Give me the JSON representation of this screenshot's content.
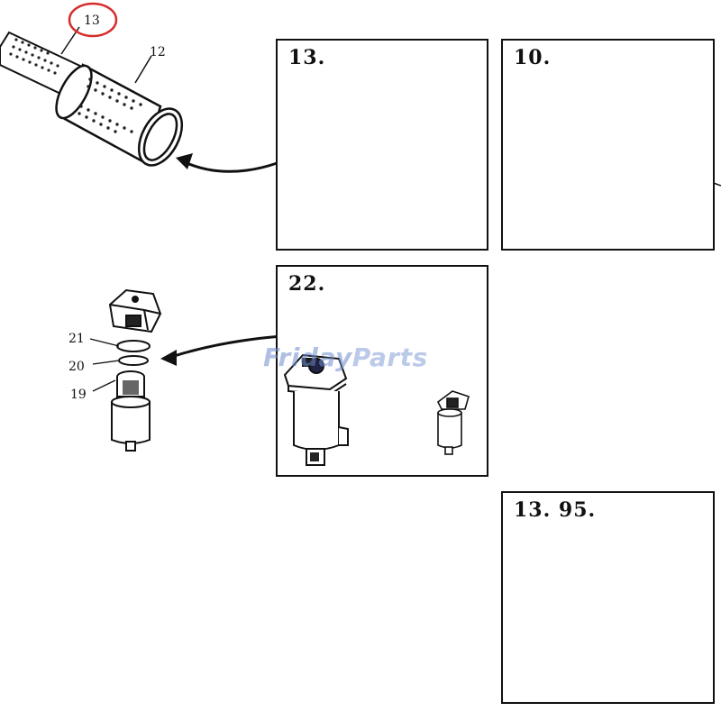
{
  "panels": {
    "top_left": {
      "label": "13."
    },
    "top_right": {
      "label": "10."
    },
    "middle": {
      "label": "22."
    },
    "bottom_right": {
      "label": "13. 95."
    }
  },
  "callouts": {
    "circled_part": "13",
    "sleeve_part": "12",
    "ring_upper": "21",
    "ring_lower": "20",
    "element": "19"
  },
  "watermark": {
    "part1": "Friday",
    "part2": "Parts"
  },
  "colors": {
    "highlight_circle": "#d62b2b",
    "watermark": "#6e8ccd",
    "ink": "#111111"
  }
}
